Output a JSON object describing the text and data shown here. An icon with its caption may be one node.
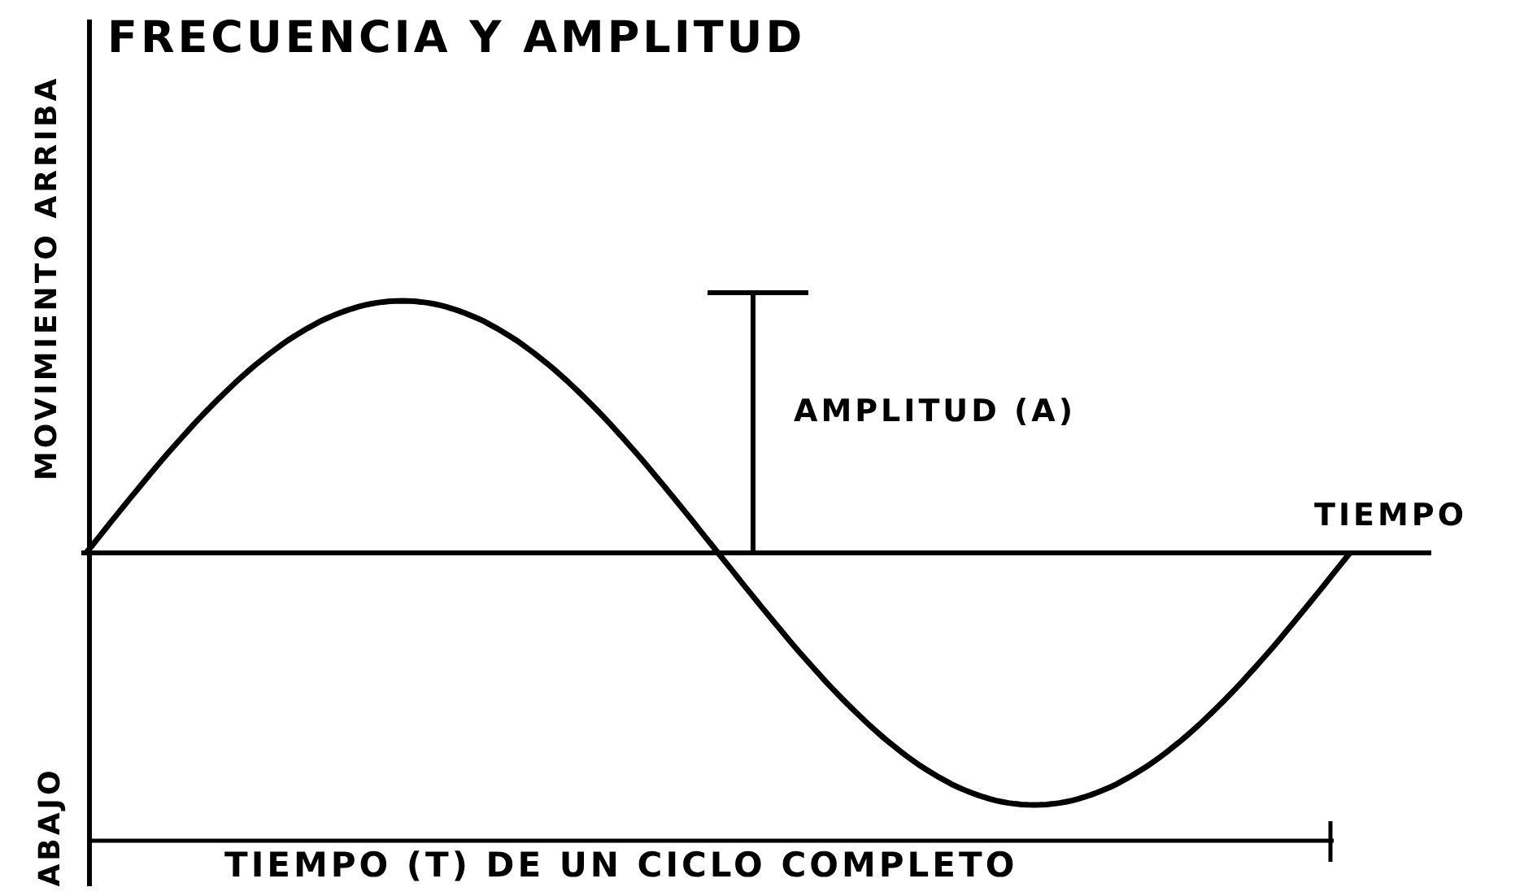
{
  "diagram": {
    "title": "FRECUENCIA Y AMPLITUD",
    "labels": [
      "MOVIMIENTO ARRIBA",
      "AMPLITUD (A)",
      "TIEMPO",
      "ABAJO",
      "TIEMPO (T) DE UN CICLO COMPLETO"
    ]
  }
}
